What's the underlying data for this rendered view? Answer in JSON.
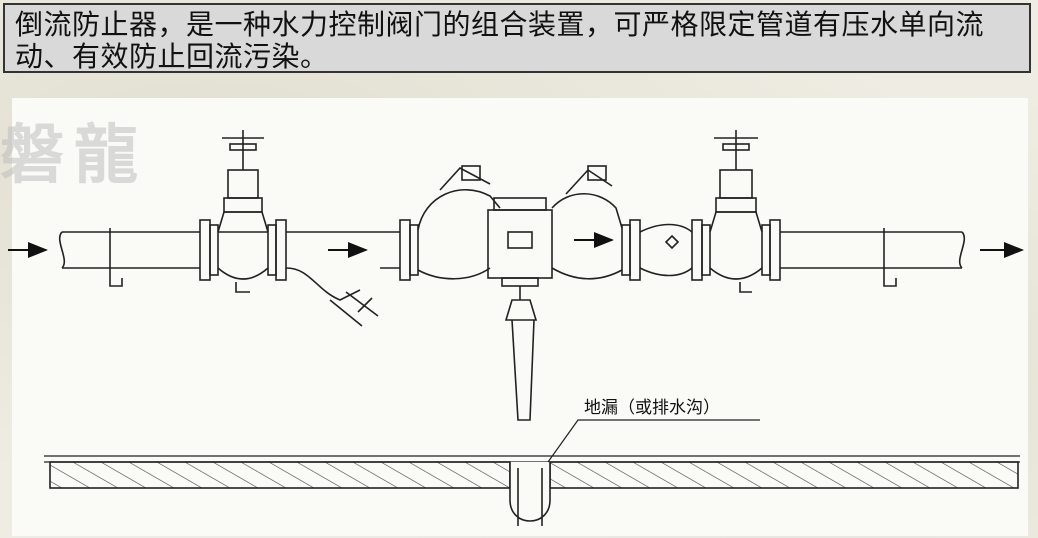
{
  "title": "倒流防止器，是一种水力控制阀门的组合装置，可严格限定管道有压水单向流动、有效防止回流污染。",
  "watermark": "磐龍",
  "drain_label": "地漏（或排水沟）",
  "colors": {
    "title_bg": "#d9d9d9",
    "line": "#222222",
    "floor_hatch": "#333333"
  },
  "icons": [
    "flow-arrow-icon"
  ]
}
